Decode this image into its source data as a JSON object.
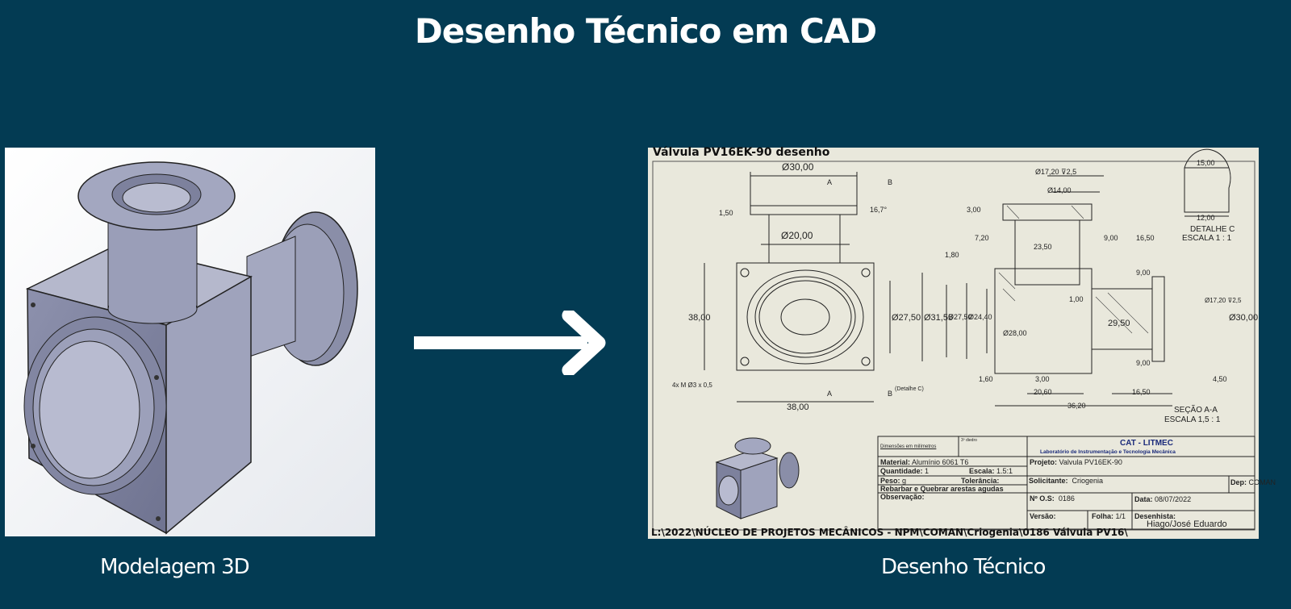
{
  "slide": {
    "title": "Desenho Técnico em CAD",
    "left_caption": "Modelagem 3D",
    "right_caption": "Desenho Técnico",
    "background_color": "#033b53"
  },
  "drawing": {
    "title": "Válvula PV16EK-90 desenho",
    "file_path": "L:\\2022\\NÚCLEO DE PROJETOS MECÂNICOS - NPM\\COMAN\\Criogenia\\0186 Válvula PV16\\",
    "front_view_dims": [
      "Ø30,00",
      "Ø20,00",
      "1,50",
      "16,7°",
      "38,00",
      "Ø27,50",
      "Ø31,55",
      "38,00",
      "4x M Ø3 x 0,5",
      "A",
      "B",
      "A",
      "B",
      "(Detalhe C)"
    ],
    "section_dims": [
      "Ø17,20 ⊽2,5",
      "Ø14,00",
      "3,00",
      "7,20",
      "23,50",
      "9,00",
      "16,50",
      "1,80",
      "9,00",
      "Ø27,50",
      "Ø24,40",
      "Ø28,00",
      "1,00",
      "29,50",
      "Ø17,20 ⊽2,5",
      "Ø30,00",
      "9,00",
      "1,60",
      "3,00",
      "20,60",
      "36,20",
      "16,50",
      "4,50"
    ],
    "section_label": "SEÇÃO A-A",
    "section_scale": "ESCALA 1,5 : 1",
    "detail_dims": [
      "15,00",
      "12,00"
    ],
    "detail_label": "DETALHE C",
    "detail_scale": "ESCALA 1 : 1",
    "title_block": {
      "units": "Dimensões em milímetros",
      "projection": "3º diedro",
      "org": "CAT - LITMEC",
      "org_full": "Laboratório de Instrumentação e Tecnologia Mecânica",
      "material_label": "Material:",
      "material": "Alumínio 6061 T6",
      "quantity_label": "Quantidade:",
      "quantity": "1",
      "scale_label": "Escala:",
      "scale": "1.5:1",
      "weight_label": "Peso:",
      "weight": "g",
      "tolerance_label": "Tolerância:",
      "note": "Rebarbar e Quebrar arestas agudas",
      "obs_label": "Observação:",
      "project_label": "Projeto:",
      "project": "Valvula PV16EK-90",
      "requester_label": "Solicitante:",
      "requester": "Criogenia",
      "dep_label": "Dep:",
      "dep": "COMAN",
      "os_label": "Nº O.S:",
      "os": "0186",
      "date_label": "Data:",
      "date": "08/07/2022",
      "version_label": "Versão:",
      "sheet_label": "Folha:",
      "sheet": "1/1",
      "drafter_label": "Desenhista:",
      "drafter": "Hiago/José Eduardo"
    }
  }
}
